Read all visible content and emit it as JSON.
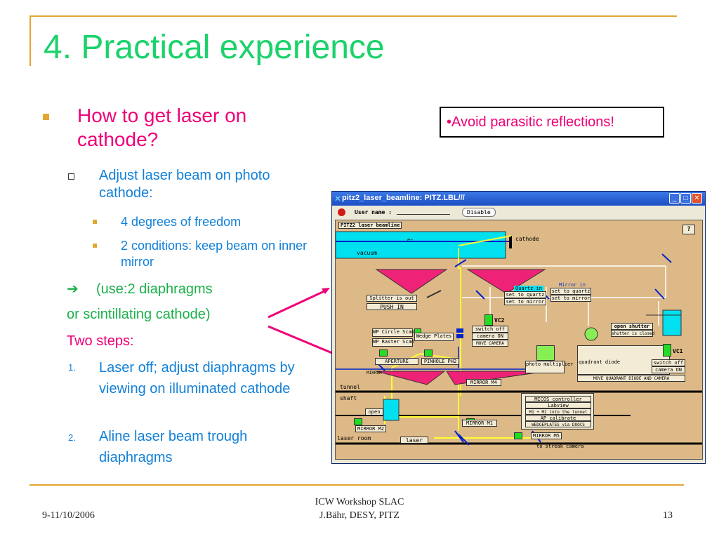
{
  "slide": {
    "title": "4. Practical experience",
    "bullet1": "How to get laser on cathode?",
    "sub1": "Adjust laser beam on photo cathode:",
    "sub1_items": [
      "4 degrees of freedom",
      "2 conditions: keep beam on inner mirror"
    ],
    "arrow_line": "(use:2 diaphragms",
    "arrow_line2": "or scintillating cathode)",
    "two_steps": "Two steps:",
    "steps": [
      {
        "num": "1.",
        "text": "Laser off; adjust diaphragms by viewing on illuminated cathode"
      },
      {
        "num": "2.",
        "text": "Aline laser beam trough diaphragms"
      }
    ],
    "callout": "•Avoid parasitic reflections!",
    "footer_left": "9-11/10/2006",
    "footer_center_1": "ICW Workshop SLAC",
    "footer_center_2": "J.Bähr, DESY, PITZ",
    "footer_right": "13"
  },
  "window": {
    "title": "pitz2_laser_beamline: PITZ.LBL///",
    "user_label": "User name :",
    "disable_button": "Disable",
    "canvas_title": "PITZ2 laser beamline",
    "help_button": "?",
    "labels": {
      "cathode": "cathode",
      "vacuum": "vacuum",
      "electron": "e−",
      "splitter": "Splitter is out",
      "push_in": "PUSH IN",
      "quartz_in": "Quartz in",
      "set_quartz": "set to quartz",
      "set_mirror": "set to mirror",
      "mirror_in": "Mirror in",
      "set_quartz2": "set to quartz",
      "set_mirror2": "set to mirror",
      "open_shutter": "open shutter",
      "shutter_closed": "shutter is closed",
      "vc2": "VC2",
      "vc1": "VC1",
      "switch_off": "switch off",
      "camera_on": "camera ON",
      "move_camera": "MOVE CAMERA",
      "wp_circle": "WP Circle Scan",
      "wp_raster": "WP Raster Scan",
      "wedge_plates": "Wedge Plates",
      "aperture": "APERTURE",
      "pinhole": "PINHOLE PH2",
      "photo_multiplier": "photo multiplier",
      "quadrant_diode": "quadrant diode",
      "switch_off2": "switch off",
      "camera_on2": "camera ON",
      "move_quadrant": "MOVE QUADRANT DIODE AND CAMERA",
      "mirror": "MIRROR",
      "mirror_m4": "MIRROR M4",
      "tunnel": "tunnel",
      "shaft": "shaft",
      "open": "open",
      "mirror_m2": "MIRROR M2",
      "mirror_m1": "MIRROR M1",
      "micos": "MICOS controller",
      "labview": "Labview",
      "m1m2": "M1 + M2 into the tunnel",
      "ap_calibrate": "AP calibrate",
      "wedgeplates_doocs": "WEDGEPLATES via DOOCS",
      "laser_room": "laser room",
      "laser": "laser",
      "mirror_m5": "MIRROR M5",
      "to_streak": "to streak camera"
    }
  },
  "colors": {
    "title": "#1bd26b",
    "pink": "#ee0077",
    "blue": "#1180d8",
    "accent": "#e2a633"
  }
}
